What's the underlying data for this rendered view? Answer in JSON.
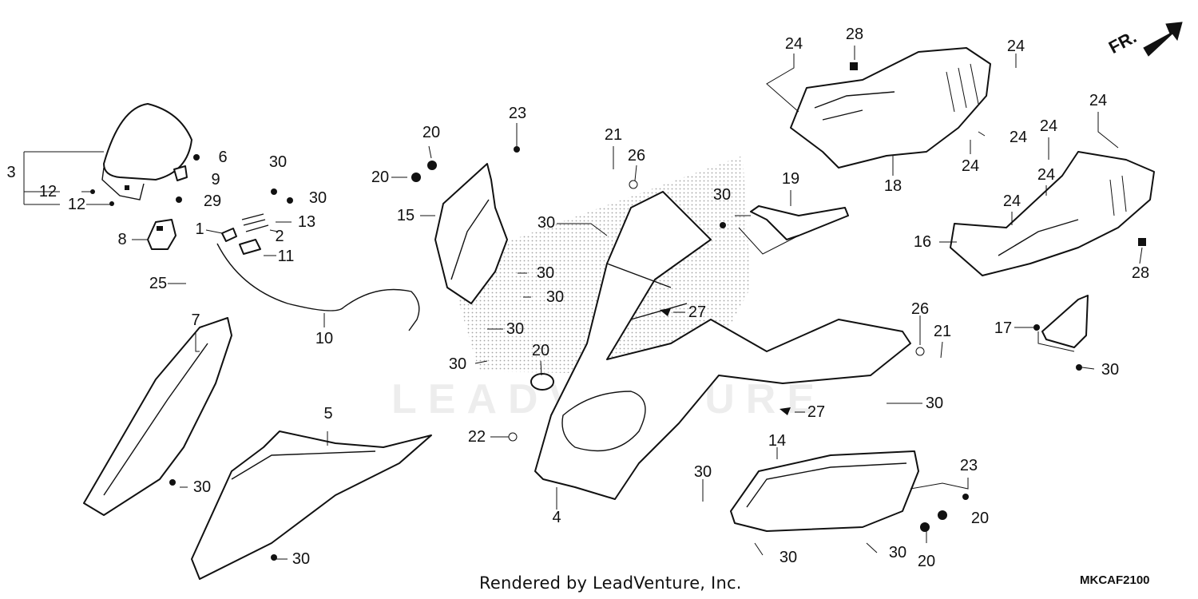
{
  "diagram": {
    "footer": "Rendered by LeadVenture, Inc.",
    "code": "MKCAF2100",
    "direction_label": "FR.",
    "watermark": "LEADVENTURE",
    "callouts": [
      {
        "id": "c-3",
        "text": "3"
      },
      {
        "id": "c-12a",
        "text": "12"
      },
      {
        "id": "c-12b",
        "text": "12"
      },
      {
        "id": "c-6",
        "text": "6"
      },
      {
        "id": "c-9",
        "text": "9"
      },
      {
        "id": "c-29",
        "text": "29"
      },
      {
        "id": "c-8",
        "text": "8"
      },
      {
        "id": "c-25",
        "text": "25"
      },
      {
        "id": "c-30-a",
        "text": "30"
      },
      {
        "id": "c-30-b",
        "text": "30"
      },
      {
        "id": "c-13",
        "text": "13"
      },
      {
        "id": "c-1",
        "text": "1"
      },
      {
        "id": "c-2",
        "text": "2"
      },
      {
        "id": "c-11",
        "text": "11"
      },
      {
        "id": "c-10",
        "text": "10"
      },
      {
        "id": "c-7",
        "text": "7"
      },
      {
        "id": "c-30-c",
        "text": "30"
      },
      {
        "id": "c-5",
        "text": "5"
      },
      {
        "id": "c-30-d",
        "text": "30"
      },
      {
        "id": "c-20-a",
        "text": "20"
      },
      {
        "id": "c-20-b",
        "text": "20"
      },
      {
        "id": "c-23-a",
        "text": "23"
      },
      {
        "id": "c-15",
        "text": "15"
      },
      {
        "id": "c-30-e",
        "text": "30"
      },
      {
        "id": "c-30-f",
        "text": "30"
      },
      {
        "id": "c-30-g",
        "text": "30"
      },
      {
        "id": "c-30-h",
        "text": "30"
      },
      {
        "id": "c-30-i",
        "text": "30"
      },
      {
        "id": "c-21-a",
        "text": "21"
      },
      {
        "id": "c-26-a",
        "text": "26"
      },
      {
        "id": "c-20-c",
        "text": "20"
      },
      {
        "id": "c-22",
        "text": "22"
      },
      {
        "id": "c-4",
        "text": "4"
      },
      {
        "id": "c-27-a",
        "text": "27"
      },
      {
        "id": "c-27-b",
        "text": "27"
      },
      {
        "id": "c-30-j",
        "text": "30"
      },
      {
        "id": "c-19",
        "text": "19"
      },
      {
        "id": "c-30-k",
        "text": "30"
      },
      {
        "id": "c-24-a",
        "text": "24"
      },
      {
        "id": "c-28-a",
        "text": "28"
      },
      {
        "id": "c-24-b",
        "text": "24"
      },
      {
        "id": "c-24-c",
        "text": "24"
      },
      {
        "id": "c-24-d",
        "text": "24"
      },
      {
        "id": "c-18",
        "text": "18"
      },
      {
        "id": "c-24-e",
        "text": "24"
      },
      {
        "id": "c-24-f",
        "text": "24"
      },
      {
        "id": "c-24-g",
        "text": "24"
      },
      {
        "id": "c-24-h",
        "text": "24"
      },
      {
        "id": "c-16",
        "text": "16"
      },
      {
        "id": "c-28-b",
        "text": "28"
      },
      {
        "id": "c-26-b",
        "text": "26"
      },
      {
        "id": "c-21-b",
        "text": "21"
      },
      {
        "id": "c-17",
        "text": "17"
      },
      {
        "id": "c-30-l",
        "text": "30"
      },
      {
        "id": "c-14",
        "text": "14"
      },
      {
        "id": "c-30-m",
        "text": "30"
      },
      {
        "id": "c-23-b",
        "text": "23"
      },
      {
        "id": "c-20-d",
        "text": "20"
      },
      {
        "id": "c-20-e",
        "text": "20"
      },
      {
        "id": "c-30-n",
        "text": "30"
      },
      {
        "id": "c-30-o",
        "text": "30"
      }
    ]
  }
}
